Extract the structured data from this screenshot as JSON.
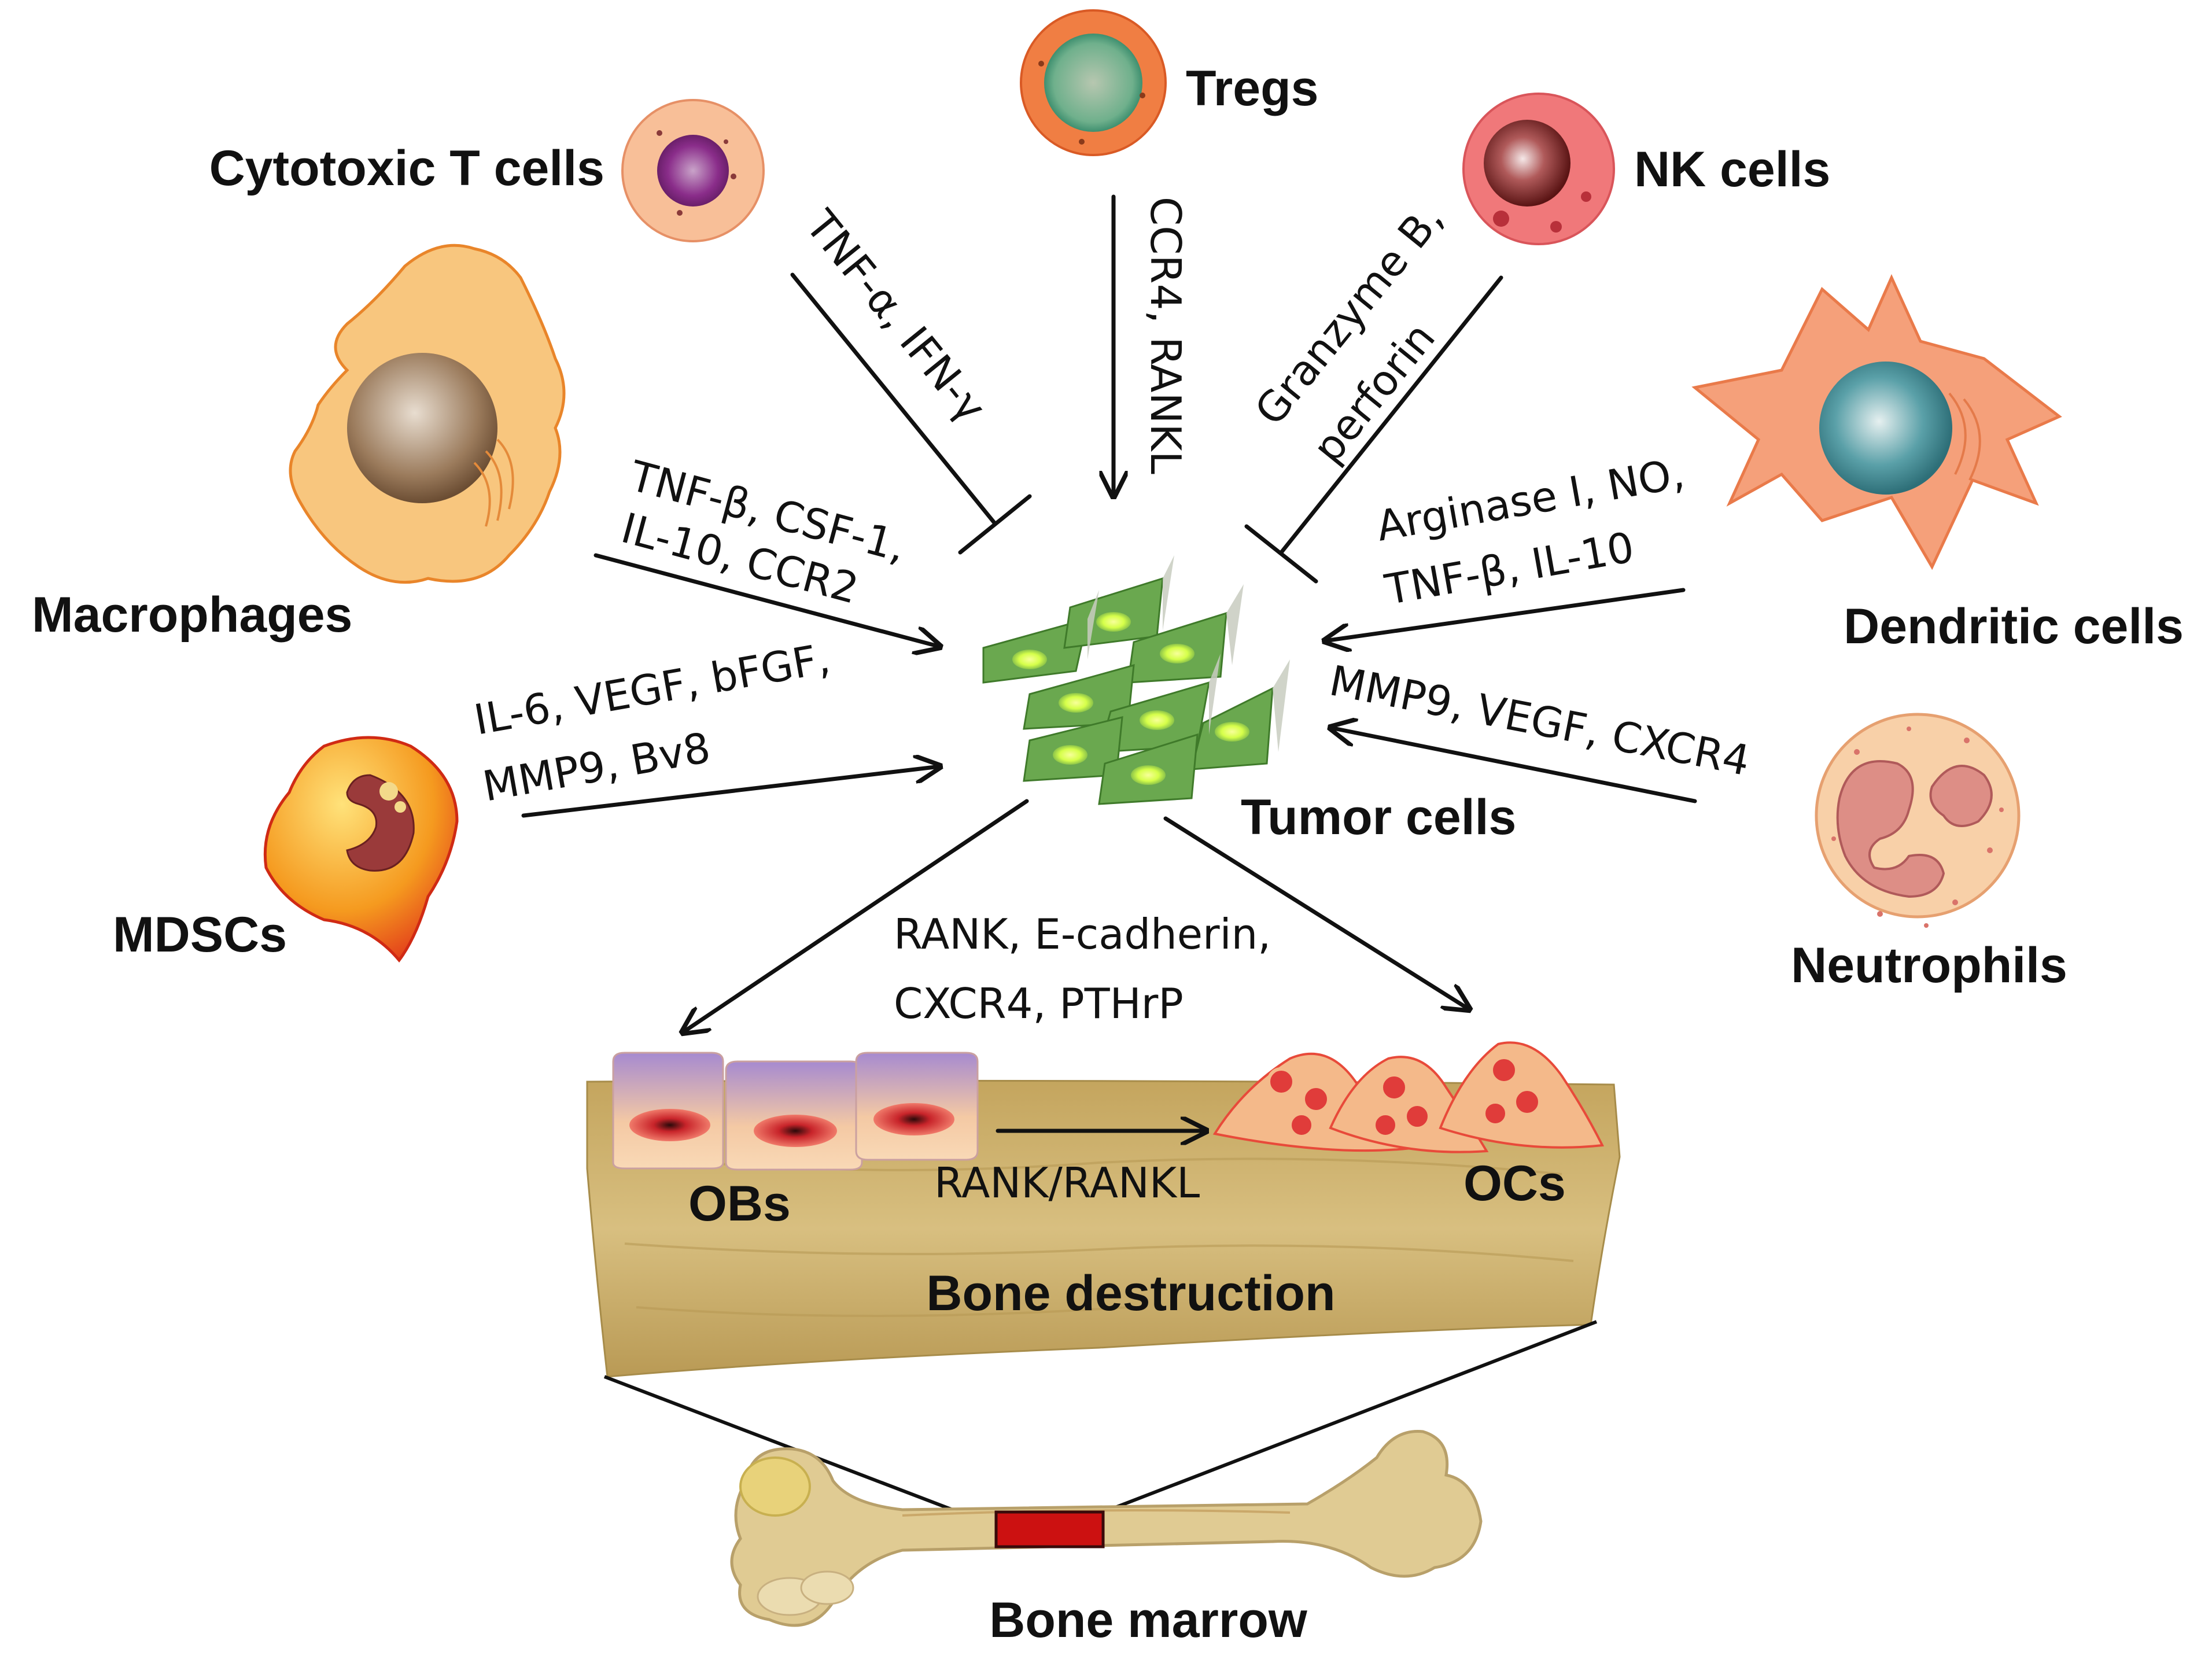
{
  "cells": {
    "cytotoxic_t": "Cytotoxic T cells",
    "tregs": "Tregs",
    "nk": "NK cells",
    "macrophages": "Macrophages",
    "dendritic": "Dendritic cells",
    "mdscs": "MDSCs",
    "neutrophils": "Neutrophils",
    "tumor": "Tumor cells"
  },
  "mediators": {
    "cytotoxic_t": "TNF-α, IFN-γ",
    "tregs": "CCR4, RANKL",
    "nk_line1": "Granzyme B,",
    "nk_line2": "perforin",
    "macrophages_line1": "TNF-β, CSF-1,",
    "macrophages_line2": "IL-10, CCR2",
    "dendritic_line1": "Arginase I, NO,",
    "dendritic_line2": "TNF-β,  IL-10",
    "mdscs_line1": "IL-6, VEGF, bFGF,",
    "mdscs_line2": "MMP9, Bv8",
    "neutrophils": "MMP9, VEGF, CXCR4",
    "tumor_line1": "RANK, E-cadherin,",
    "tumor_line2": "CXCR4, PTHrP"
  },
  "bone": {
    "obs": "OBs",
    "ocs": "OCs",
    "rank_rankl": "RANK/RANKL",
    "destruction": "Bone destruction",
    "marrow": "Bone marrow"
  },
  "colors": {
    "bone_fill": "#c7a966",
    "tumor_cell": "#6aa84f",
    "marrow_marker": "#cc1111"
  }
}
